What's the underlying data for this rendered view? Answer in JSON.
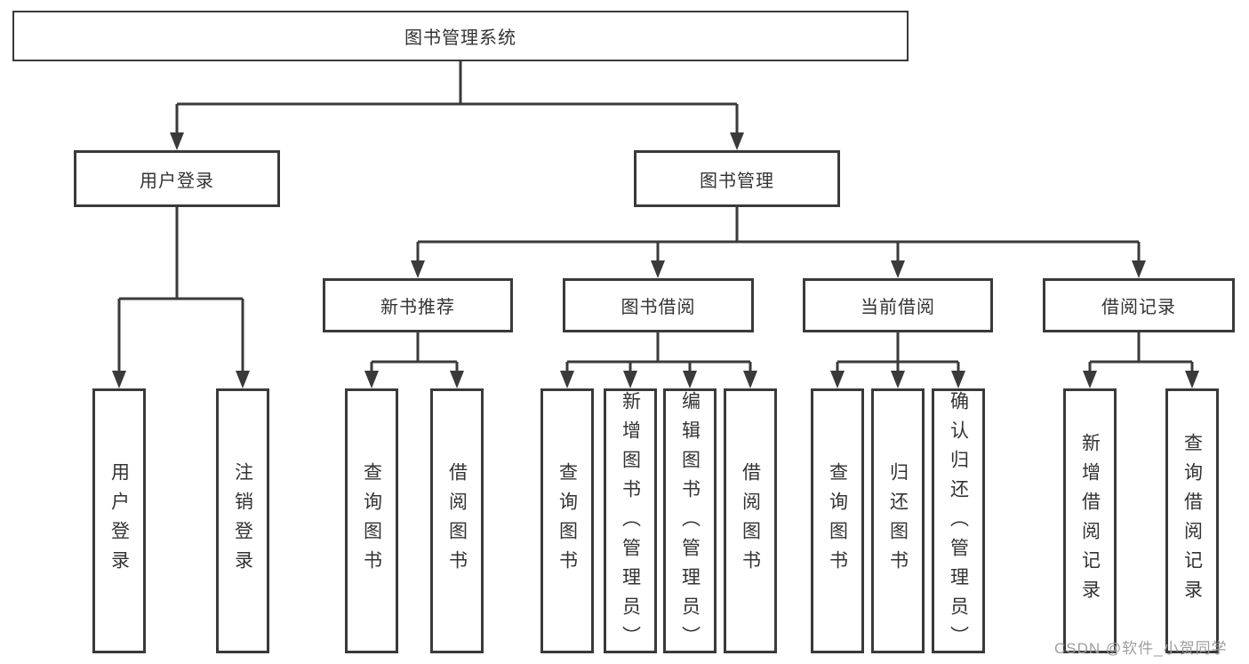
{
  "diagram": {
    "root": {
      "label": "图书管理系统"
    },
    "branches": [
      {
        "label": "用户登录",
        "children": [
          {
            "label": "用户登录"
          },
          {
            "label": "注销登录"
          }
        ]
      },
      {
        "label": "图书管理",
        "sections": [
          {
            "label": "新书推荐",
            "children": [
              {
                "label": "查询图书"
              },
              {
                "label": "借阅图书"
              }
            ]
          },
          {
            "label": "图书借阅",
            "children": [
              {
                "label": "查询图书"
              },
              {
                "label": "新增图书（管理员）"
              },
              {
                "label": "编辑图书（管理员）"
              },
              {
                "label": "借阅图书"
              }
            ]
          },
          {
            "label": "当前借阅",
            "children": [
              {
                "label": "查询图书"
              },
              {
                "label": "归还图书"
              },
              {
                "label": "确认归还（管理员）"
              }
            ]
          },
          {
            "label": "借阅记录",
            "children": [
              {
                "label": "新增借阅记录"
              },
              {
                "label": "查询借阅记录"
              }
            ]
          }
        ]
      }
    ]
  },
  "watermark": {
    "text": "CSDN @软件_小贺同学"
  },
  "colors": {
    "line": "#3a3a3a",
    "text": "#333333",
    "background": "#ffffff",
    "watermark": "#9e9e9e"
  }
}
